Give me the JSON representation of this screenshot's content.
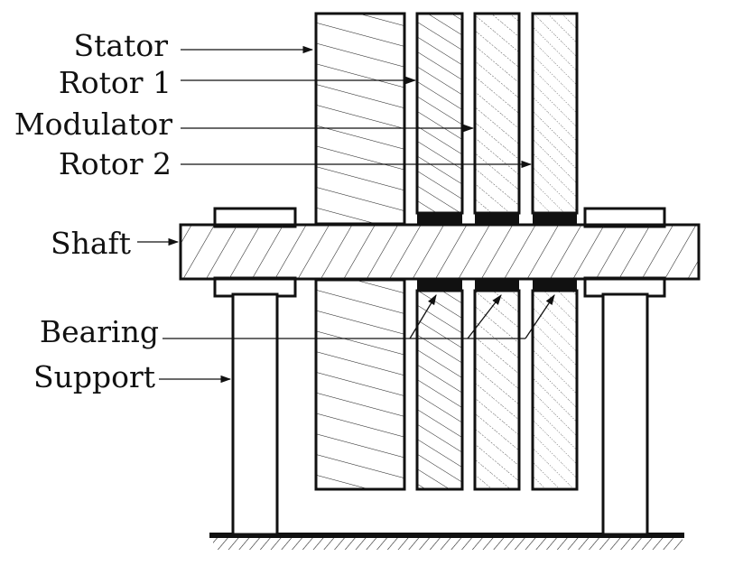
{
  "labels": {
    "stator": "Stator",
    "rotor1": "Rotor 1",
    "modulator": "Modulator",
    "rotor2": "Rotor 2",
    "shaft": "Shaft",
    "bearing": "Bearing",
    "support": "Support"
  },
  "colors": {
    "stroke": "#111111",
    "hatch": "#222222",
    "background": "#ffffff"
  }
}
